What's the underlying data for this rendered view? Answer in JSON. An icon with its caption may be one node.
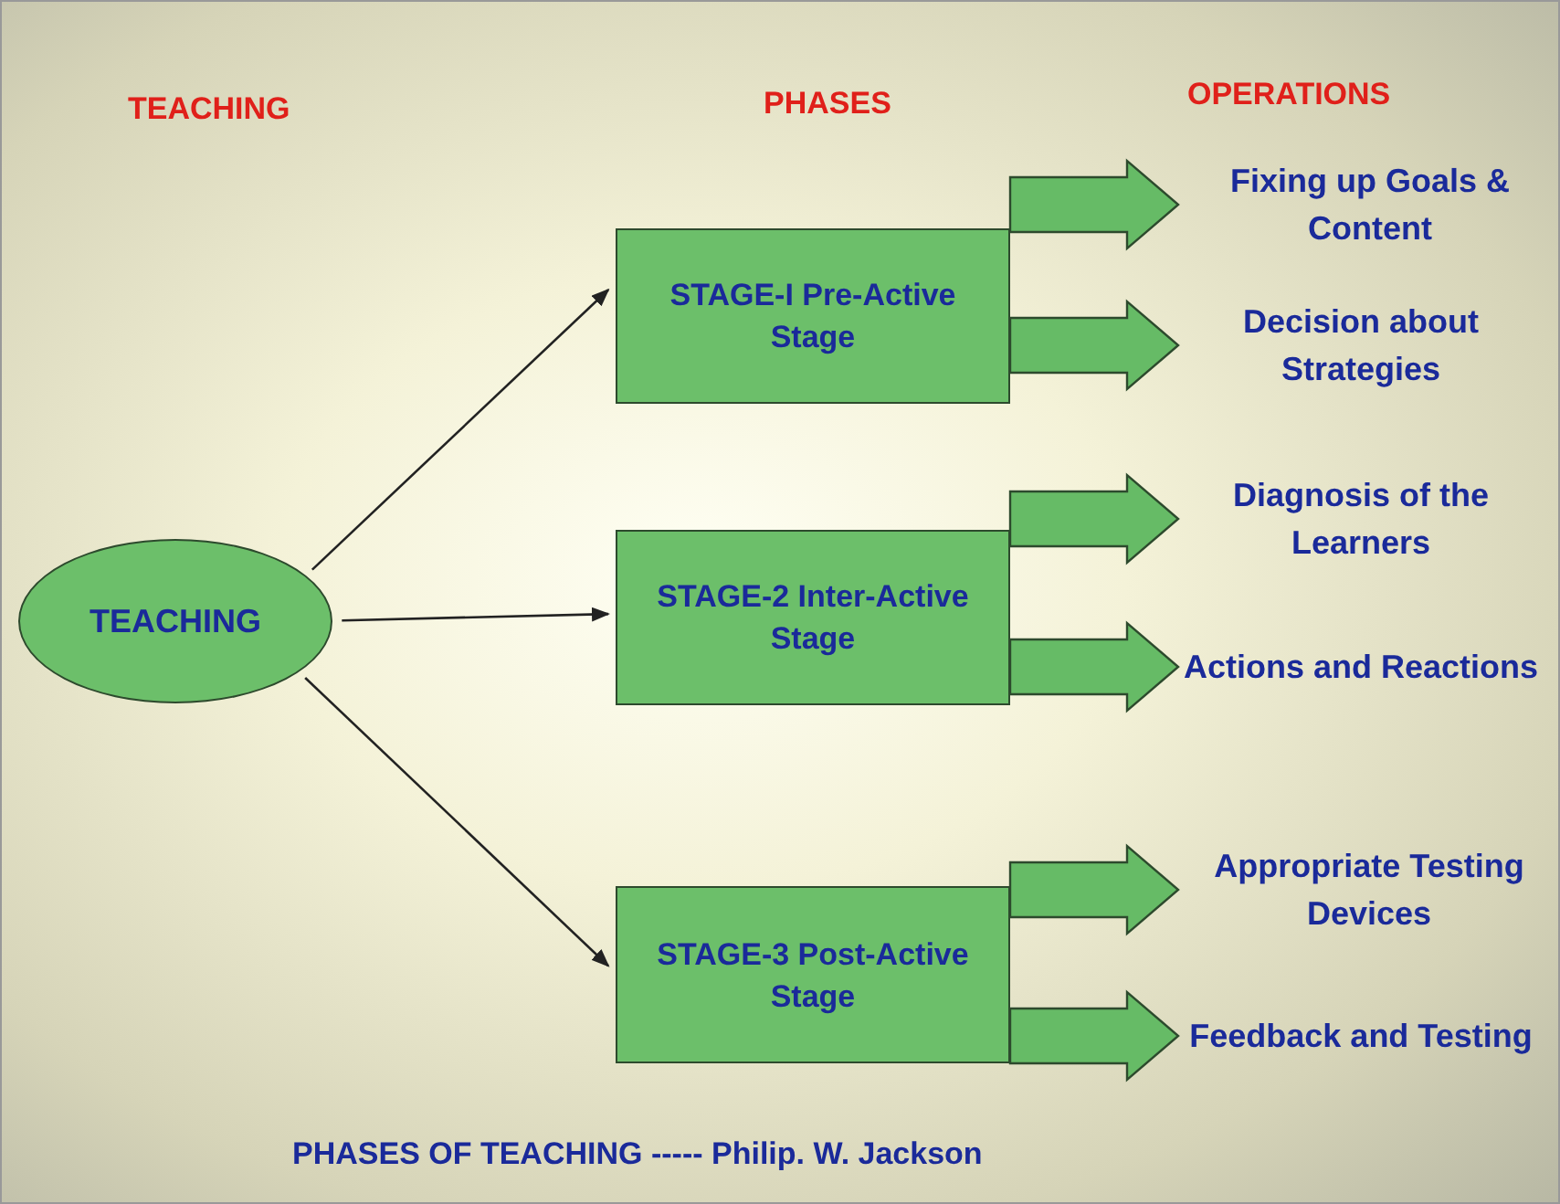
{
  "diagram": {
    "caption": "PHASES OF TEACHING ----- Philip. W. Jackson",
    "nodes": [
      {
        "text": [
          "TEACHING"
        ]
      },
      {
        "text": [
          "STAGE-I Pre-Active Stage"
        ]
      },
      {
        "text": [
          "STAGE-2 Inter-Active Stage"
        ]
      },
      {
        "text": [
          "STAGE-3 Post-Active Stage"
        ]
      },
      {
        "text": [
          "Fixing up Goals & Content"
        ]
      },
      {
        "text": [
          "Decision about Strategies"
        ]
      },
      {
        "text": [
          "Diagnosis of the Learners"
        ]
      },
      {
        "text": [
          "Actions and Reactions"
        ]
      },
      {
        "text": [
          "Appropriate Testing Devices"
        ]
      },
      {
        "text": [
          "Feedback and Testing"
        ]
      }
    ],
    "edges": [
      {
        "from": 0,
        "to": 1,
        "arrow": "to"
      },
      {
        "from": 0,
        "to": 2,
        "arrow": "to"
      },
      {
        "from": 0,
        "to": 3,
        "arrow": "to"
      },
      {
        "from": 1,
        "to": 4,
        "arrow": "to",
        "style": "thick",
        "color": "#66bb66"
      },
      {
        "from": 1,
        "to": 5,
        "arrow": "to",
        "style": "thick",
        "color": "#66bb66"
      },
      {
        "from": 2,
        "to": 6,
        "arrow": "to",
        "style": "thick",
        "color": "#66bb66"
      },
      {
        "from": 2,
        "to": 7,
        "arrow": "to",
        "style": "thick",
        "color": "#66bb66"
      },
      {
        "from": 3,
        "to": 8,
        "arrow": "to",
        "style": "thick",
        "color": "#66bb66"
      },
      {
        "from": 3,
        "to": 9,
        "arrow": "to",
        "style": "thick",
        "color": "#66bb66"
      }
    ],
    "labels": [
      "TEACHING",
      "PHASES",
      "OPERATIONS"
    ]
  }
}
